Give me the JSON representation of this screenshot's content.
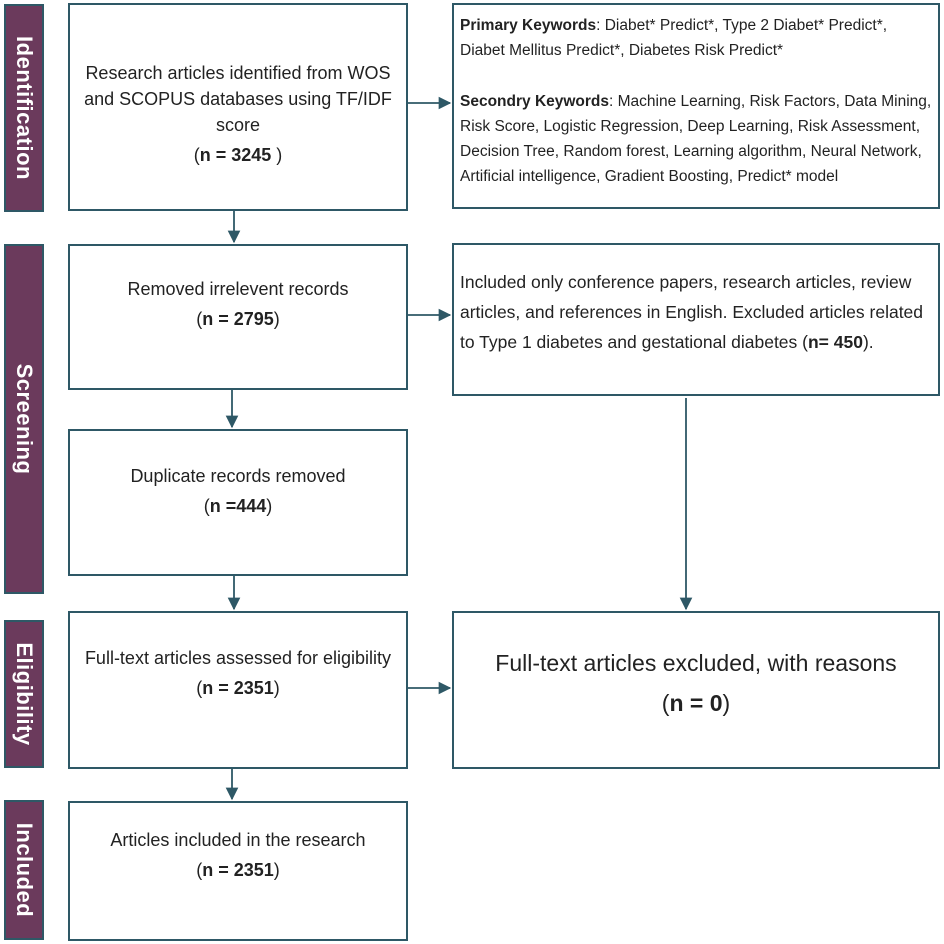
{
  "phases": {
    "identification": "Identification",
    "screening": "Screening",
    "eligibility": "Eligibility",
    "included": "Included"
  },
  "boxes": {
    "identified": {
      "text": "Research articles identified from WOS and SCOPUS databases using TF/IDF score",
      "count_open": "(",
      "count_value": "n = 3245",
      "count_close": " )"
    },
    "irrelevant_removed": {
      "text": "Removed irrelevent records",
      "count_open": "(",
      "count_value": "n = 2795",
      "count_close": ")"
    },
    "duplicates_removed": {
      "text": "Duplicate records removed",
      "count_open": "(",
      "count_value": "n =444",
      "count_close": ")"
    },
    "fulltext_assessed": {
      "text": "Full-text articles assessed for eligibility",
      "count_open": "(",
      "count_value": "n = 2351",
      "count_close": ")"
    },
    "included_research": {
      "text": "Articles included in the research",
      "count_open": "(",
      "count_value": "n = 2351",
      "count_close": ")"
    },
    "fulltext_excluded": {
      "text": "Full-text articles excluded, with reasons",
      "count_open": "(",
      "count_value": "n = 0",
      "count_close": ")"
    }
  },
  "keywords": {
    "primary_label": "Primary Keywords",
    "primary_text": ": Diabet* Predict*, Type 2 Diabet* Predict*, Diabet Mellitus Predict*, Diabetes Risk Predict*",
    "secondary_label": "Secondry Keywords",
    "secondary_text": ": Machine Learning, Risk Factors, Data Mining, Risk Score, Logistic Regression, Deep Learning, Risk Assessment, Decision Tree, Random forest, Learning algorithm, Neural Network, Artificial intelligence, Gradient Boosting, Predict* model"
  },
  "criteria": {
    "text": "Included only conference papers, research articles, review articles, and references in English. Excluded articles related to Type 1 diabetes and gestational diabetes (",
    "count_value": "n= 450",
    "tail": ")."
  }
}
